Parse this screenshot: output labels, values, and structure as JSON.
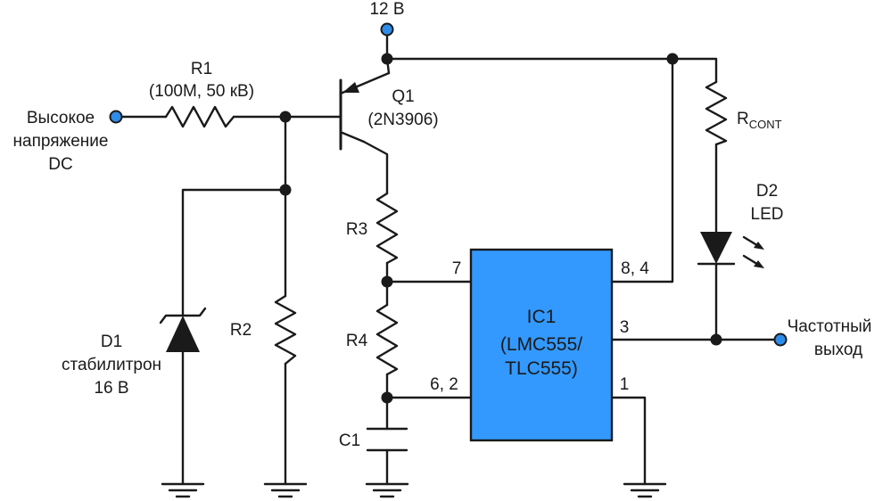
{
  "labels": {
    "supply": "12 В",
    "input_line1": "Высокое",
    "input_line2": "напряжение",
    "input_line3": "DC",
    "r1_name": "R1",
    "r1_value": "(100M, 50 кВ)",
    "q1_name": "Q1",
    "q1_part": "(2N3906)",
    "r2": "R2",
    "r3": "R3",
    "r4": "R4",
    "c1": "C1",
    "d1_name": "D1",
    "d1_type": "стабилитрон",
    "d1_value": "16 В",
    "rcont_main": "R",
    "rcont_sub": "CONT",
    "d2_name": "D2",
    "d2_type": "LED",
    "ic_name": "IC1",
    "ic_part1": "(LMC555/",
    "ic_part2": "TLC555)",
    "pin7": "7",
    "pin84": "8, 4",
    "pin3": "3",
    "pin62": "6, 2",
    "pin1": "1",
    "output_line1": "Частотный",
    "output_line2": "выход"
  },
  "colors": {
    "ic_fill": "#3399ff",
    "terminal_fill": "#2e8de8",
    "wire": "#1a1a1a"
  }
}
